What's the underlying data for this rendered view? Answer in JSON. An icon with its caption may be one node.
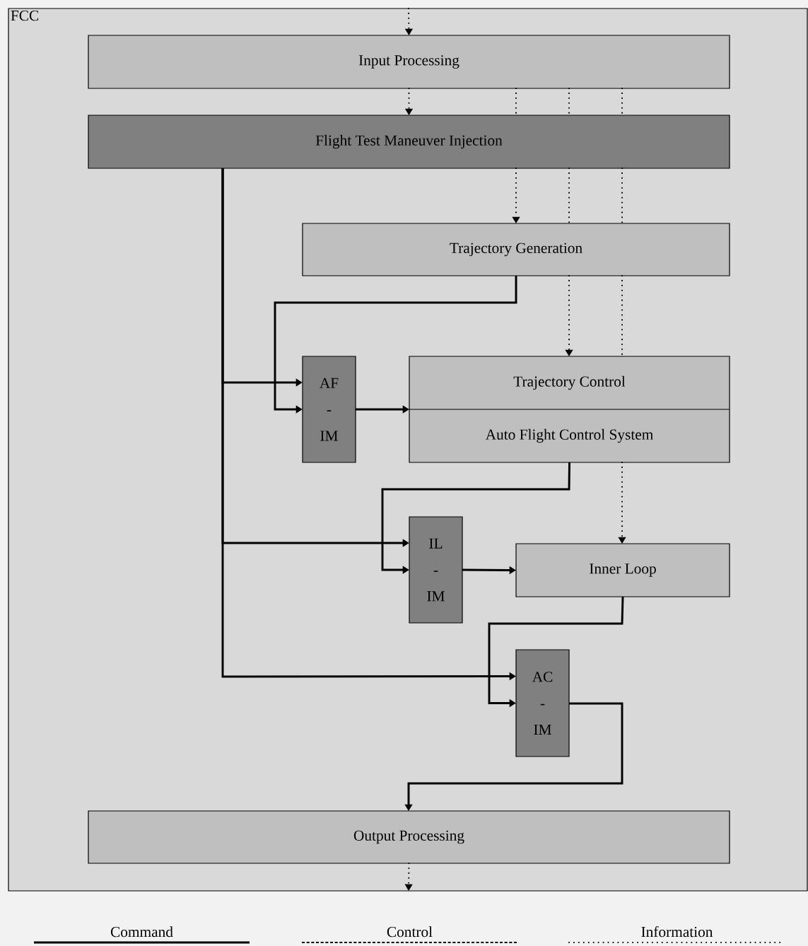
{
  "diagram": {
    "nodes": [
      {
        "text": [
          "FCC"
        ]
      },
      {
        "text": [
          "Input Processing"
        ],
        "in": 0
      },
      {
        "text": [
          "Flight Test Maneuver Injection"
        ],
        "in": 0
      },
      {
        "text": [
          "Trajectory Generation"
        ],
        "in": 0
      },
      {
        "text": [
          "Trajectory Control",
          "Auto Flight Control System"
        ],
        "in": 0
      },
      {
        "text": [
          "AF - IM"
        ],
        "in": 0
      },
      {
        "text": [
          "IL - IM"
        ],
        "in": 0
      },
      {
        "text": [
          "Inner Loop"
        ],
        "in": 0
      },
      {
        "text": [
          "AC - IM"
        ],
        "in": 0
      },
      {
        "text": [
          "Output Processing"
        ],
        "in": 0
      }
    ],
    "edges": [
      {
        "from": null,
        "to": 1,
        "arrow": "to",
        "style": "dashed"
      },
      {
        "from": 1,
        "to": 2,
        "arrow": "to",
        "style": "dashed"
      },
      {
        "from": 1,
        "to": 2,
        "arrow": "none",
        "style": "dashed"
      },
      {
        "from": 2,
        "to": 3,
        "arrow": "to",
        "style": "dashed"
      },
      {
        "from": 1,
        "to": 2,
        "arrow": "none",
        "style": "dashed"
      },
      {
        "from": 2,
        "to": 3,
        "arrow": "none",
        "style": "dashed"
      },
      {
        "from": 3,
        "to": 4,
        "arrow": "to",
        "style": "dashed"
      },
      {
        "from": 1,
        "to": 2,
        "arrow": "none",
        "style": "dashed"
      },
      {
        "from": 2,
        "to": 3,
        "arrow": "none",
        "style": "dashed"
      },
      {
        "from": 3,
        "to": 4,
        "arrow": "none",
        "style": "dashed"
      },
      {
        "from": 4,
        "to": 7,
        "arrow": "to",
        "style": "dashed"
      },
      {
        "from": 2,
        "to": 5,
        "arrow": "to"
      },
      {
        "from": 2,
        "to": 6,
        "arrow": "to"
      },
      {
        "from": 2,
        "to": 8,
        "arrow": "to"
      },
      {
        "from": 3,
        "to": 5,
        "arrow": "to"
      },
      {
        "from": 5,
        "to": 4,
        "arrow": "to"
      },
      {
        "from": 4,
        "to": 6,
        "arrow": "to"
      },
      {
        "from": 6,
        "to": 7,
        "arrow": "to"
      },
      {
        "from": 7,
        "to": 8,
        "arrow": "to"
      },
      {
        "from": 8,
        "to": 9,
        "arrow": "to"
      },
      {
        "from": 9,
        "to": null,
        "arrow": "to",
        "style": "dashed"
      }
    ],
    "legend": [
      {
        "text": "Command"
      },
      {
        "text": "Control"
      },
      {
        "text": "Information"
      }
    ]
  }
}
